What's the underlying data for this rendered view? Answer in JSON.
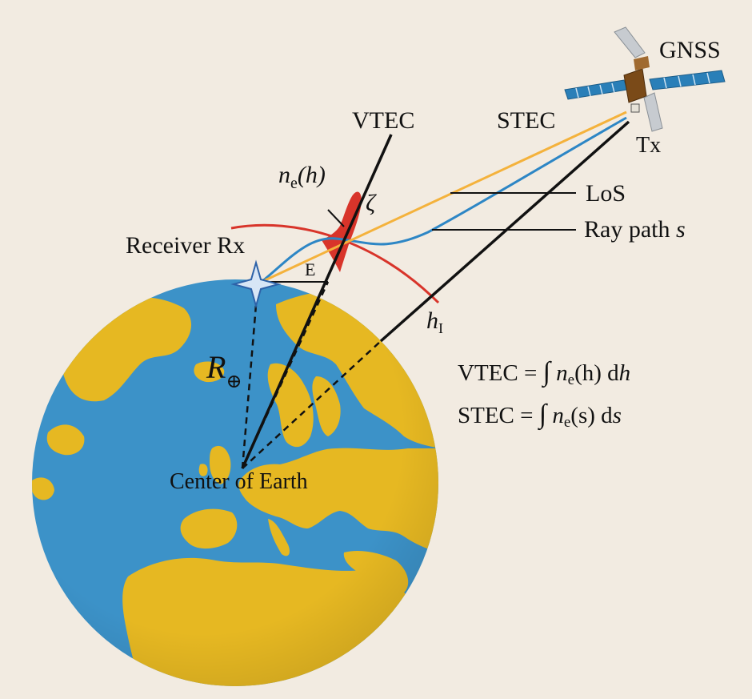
{
  "labels": {
    "gnss": "GNSS",
    "tx": "Tx",
    "vtec": "VTEC",
    "stec": "STEC",
    "ne_sym": "n",
    "ne_sub": "e",
    "ne_arg": "(h)",
    "zeta": "ζ",
    "receiver": "Receiver Rx",
    "los": "LoS",
    "ray_path": "Ray path ",
    "ray_path_var": "s",
    "elev": "E",
    "h_sym": "h",
    "h_sub": "I",
    "r_sym": "R",
    "r_sub": "⊕",
    "center": "Center of Earth"
  },
  "formulas": {
    "vtec": {
      "lhs": "VTEC = ",
      "intg": "∫",
      "n": "n",
      "sub": "e",
      "arg": "(h) d",
      "var": "h"
    },
    "stec": {
      "lhs": "STEC = ",
      "intg": "∫",
      "n": "n",
      "sub": "e",
      "arg": "(s) d",
      "var": "s"
    }
  },
  "colors": {
    "background": "#f2ebe1",
    "ocean": "#3c92c8",
    "land": "#e6b822",
    "ionosphere": "#d8342a",
    "los": "#f4b23c",
    "ray_path": "#2d86c5",
    "satellite_panel": "#2a7fb8",
    "satellite_body": "#7a4a18",
    "line": "#111111"
  }
}
